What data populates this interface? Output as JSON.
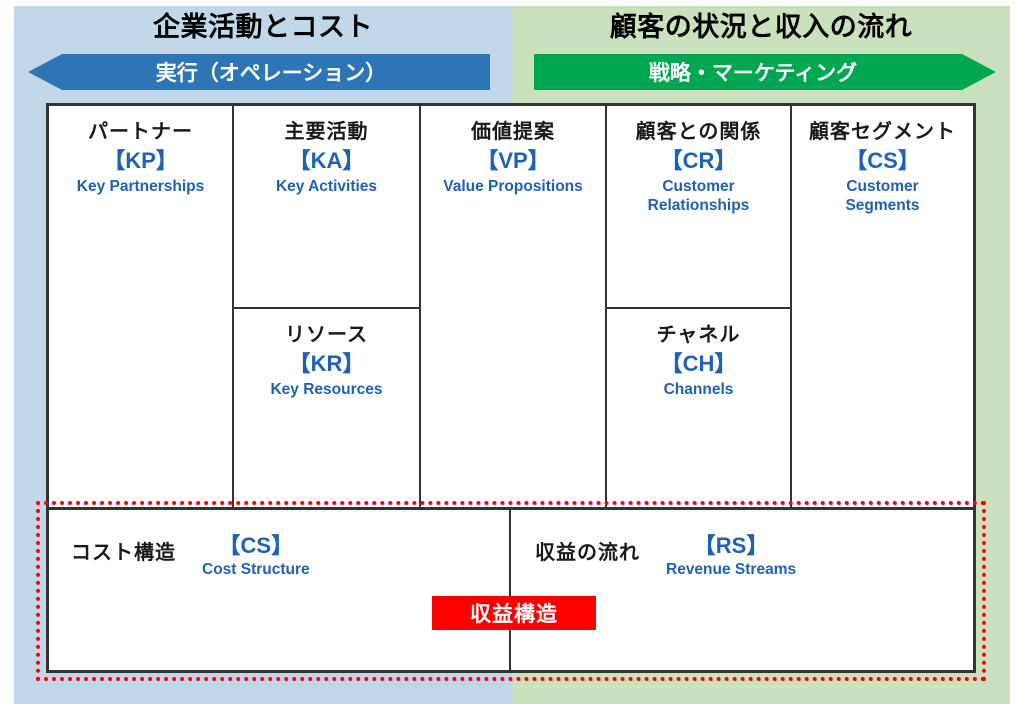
{
  "sections": {
    "left": {
      "title": "企業活動とコスト",
      "banner": "実行（オペレーション）",
      "banner_color": "#2e75b6",
      "panel_color": "#c2d7ea",
      "arrow_direction": "left"
    },
    "right": {
      "title": "顧客の状況と収入の流れ",
      "banner": "戦略・マーケティング",
      "banner_color": "#00a650",
      "panel_color": "#cbe0bc",
      "arrow_direction": "right"
    }
  },
  "canvas": {
    "columns": [
      {
        "id": "partners",
        "cells": [
          {
            "jp": "パートナー",
            "code": "【KP】",
            "en": "Key Partnerships"
          }
        ]
      },
      {
        "id": "activities-resources",
        "cells": [
          {
            "jp": "主要活動",
            "code": "【KA】",
            "en": "Key Activities"
          },
          {
            "jp": "リソース",
            "code": "【KR】",
            "en": "Key Resources"
          }
        ]
      },
      {
        "id": "value-propositions",
        "cells": [
          {
            "jp": "価値提案",
            "code": "【VP】",
            "en": "Value Propositions"
          }
        ]
      },
      {
        "id": "relationships-channels",
        "cells": [
          {
            "jp": "顧客との関係",
            "code": "【CR】",
            "en": "Customer\nRelationships",
            "en_line1": "Customer",
            "en_line2": "Relationships"
          },
          {
            "jp": "チャネル",
            "code": "【CH】",
            "en": "Channels"
          }
        ]
      },
      {
        "id": "customer-segments",
        "cells": [
          {
            "jp": "顧客セグメント",
            "code": "【CS】",
            "en_line1": "Customer",
            "en_line2": "Segments"
          }
        ]
      }
    ],
    "bottom": {
      "left": {
        "jp": "コスト構造",
        "code": "【CS】",
        "en": "Cost Structure"
      },
      "right": {
        "jp": "収益の流れ",
        "code": "【RS】",
        "en": "Revenue Streams"
      },
      "badge": "収益構造",
      "badge_color": "#ff0000",
      "highlight_border_color": "#ff0000",
      "highlight_border_style": "dotted"
    }
  },
  "colors": {
    "accent_blue": "#2061b8",
    "text_dark": "#1a1a1a",
    "frame": "#333333"
  }
}
